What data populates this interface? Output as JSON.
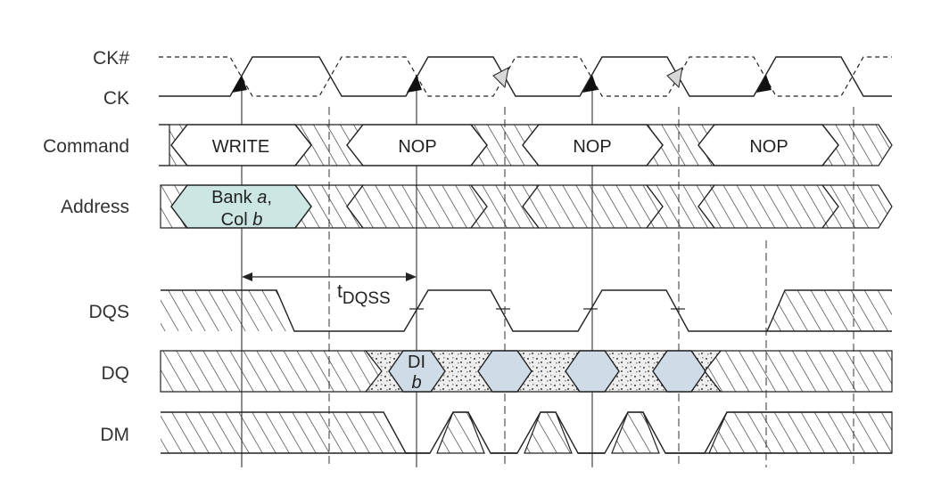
{
  "signals": {
    "ck_n": "CK#",
    "ck": "CK",
    "command": "Command",
    "address": "Address",
    "dqs": "DQS",
    "dq": "DQ",
    "dm": "DM"
  },
  "command_values": [
    "WRITE",
    "NOP",
    "NOP",
    "NOP"
  ],
  "address_value": {
    "line1": "Bank ",
    "line1_italic": "a",
    "line1_suffix": ",",
    "line2": "Col ",
    "line2_italic": "b"
  },
  "dq_value": {
    "line1": "DI",
    "line2_italic": "b"
  },
  "timing_label": {
    "main": "t",
    "sub": "DQSS"
  },
  "colors": {
    "line": "#222222",
    "address_fill": "#cce6e3",
    "dq_fill": "#cfdbe6",
    "transition_fill": "#e4e4e4",
    "label_text": "#333333"
  }
}
